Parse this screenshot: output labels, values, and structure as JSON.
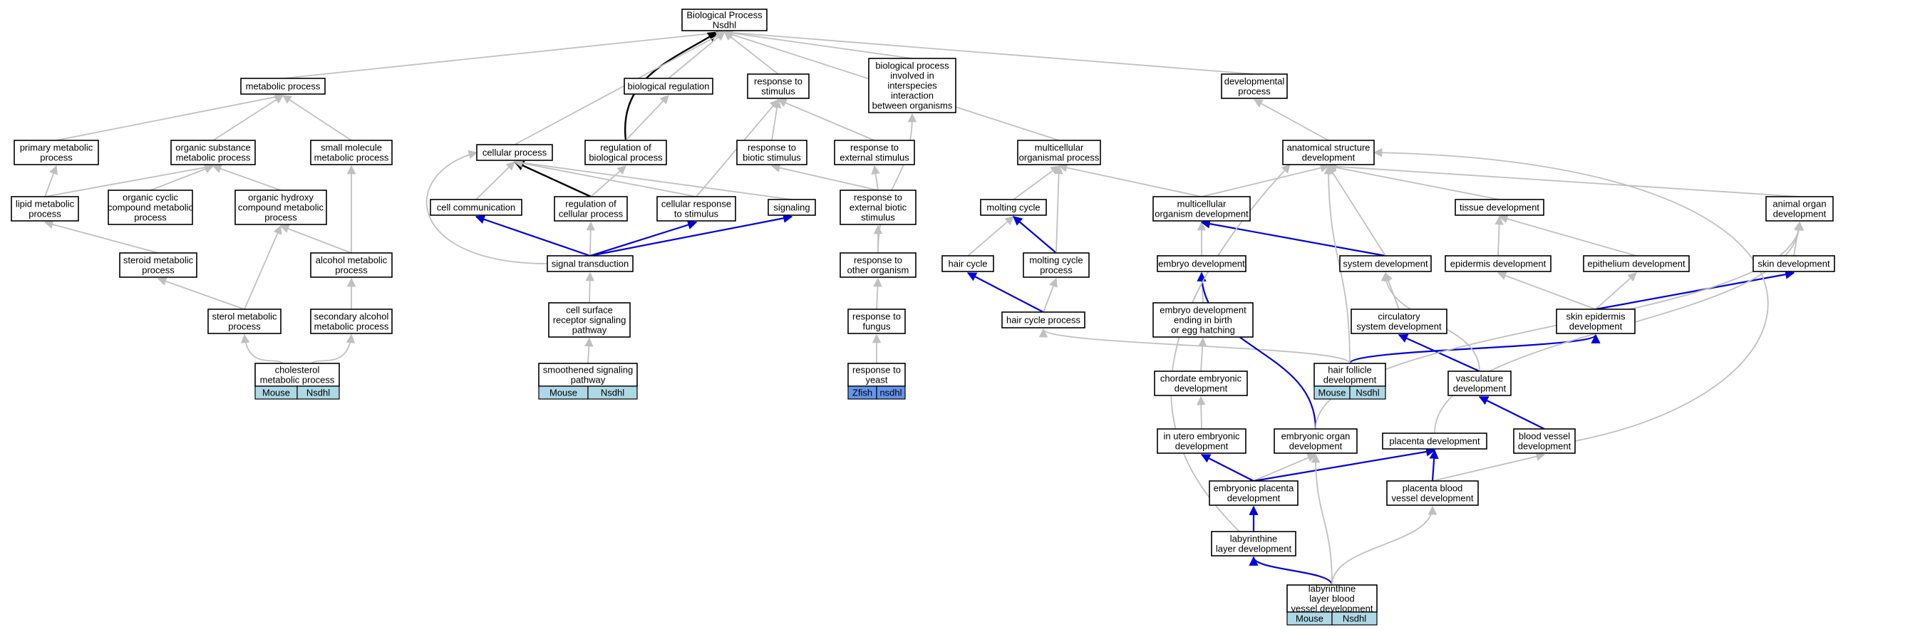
{
  "colors": {
    "gray": "#c0c0c0",
    "black": "#000000",
    "blue": "#0000dd",
    "tag_light": "#add8e6",
    "tag_dark": "#6495ed"
  },
  "nodes": {
    "bp": {
      "lines": [
        "Biological Process",
        "Nsdhl"
      ]
    },
    "metab": {
      "lines": [
        "metabolic process"
      ]
    },
    "bioreg": {
      "lines": [
        "biological regulation"
      ]
    },
    "resp_stim": {
      "lines": [
        "response to",
        "stimulus"
      ]
    },
    "interspecies": {
      "lines": [
        "biological process",
        "involved in",
        "interspecies",
        "interaction",
        "between organisms"
      ]
    },
    "devproc": {
      "lines": [
        "developmental",
        "process"
      ]
    },
    "prim_metab": {
      "lines": [
        "primary metabolic",
        "process"
      ]
    },
    "org_sub": {
      "lines": [
        "organic substance",
        "metabolic process"
      ]
    },
    "small_mol": {
      "lines": [
        "small molecule",
        "metabolic process"
      ]
    },
    "cell_proc": {
      "lines": [
        "cellular process"
      ]
    },
    "reg_bio": {
      "lines": [
        "regulation of",
        "biological process"
      ]
    },
    "resp_biotic": {
      "lines": [
        "response to",
        "biotic stimulus"
      ]
    },
    "resp_ext": {
      "lines": [
        "response to",
        "external stimulus"
      ]
    },
    "multi_org": {
      "lines": [
        "multicellular",
        "organismal process"
      ]
    },
    "anat": {
      "lines": [
        "anatomical structure",
        "development"
      ]
    },
    "lipid": {
      "lines": [
        "lipid metabolic",
        "process"
      ]
    },
    "org_cyc": {
      "lines": [
        "organic cyclic",
        "compound metabolic",
        "process"
      ]
    },
    "org_hydroxy": {
      "lines": [
        "organic hydroxy",
        "compound metabolic",
        "process"
      ]
    },
    "cell_comm": {
      "lines": [
        "cell communication"
      ]
    },
    "reg_cell": {
      "lines": [
        "regulation of",
        "cellular process"
      ]
    },
    "cell_resp": {
      "lines": [
        "cellular response",
        "to stimulus"
      ]
    },
    "signaling": {
      "lines": [
        "signaling"
      ]
    },
    "resp_ext_biotic": {
      "lines": [
        "response to",
        "external biotic",
        "stimulus"
      ]
    },
    "molt_cycle": {
      "lines": [
        "molting cycle"
      ]
    },
    "multi_org_dev": {
      "lines": [
        "multicellular",
        "organism development"
      ]
    },
    "tissue_dev": {
      "lines": [
        "tissue development"
      ]
    },
    "animal_organ": {
      "lines": [
        "animal organ",
        "development"
      ]
    },
    "steroid": {
      "lines": [
        "steroid metabolic",
        "process"
      ]
    },
    "alcohol": {
      "lines": [
        "alcohol metabolic",
        "process"
      ]
    },
    "sig_trans": {
      "lines": [
        "signal transduction"
      ]
    },
    "resp_other": {
      "lines": [
        "response to",
        "other organism"
      ]
    },
    "hair_cycle": {
      "lines": [
        "hair cycle"
      ]
    },
    "molt_cycle_proc": {
      "lines": [
        "molting cycle",
        "process"
      ]
    },
    "embryo_dev": {
      "lines": [
        "embryo development"
      ]
    },
    "sys_dev": {
      "lines": [
        "system development"
      ]
    },
    "epidermis": {
      "lines": [
        "epidermis development"
      ]
    },
    "epithelium": {
      "lines": [
        "epithelium development"
      ]
    },
    "skin_dev": {
      "lines": [
        "skin development"
      ]
    },
    "sterol": {
      "lines": [
        "sterol metabolic",
        "process"
      ]
    },
    "sec_alcohol": {
      "lines": [
        "secondary alcohol",
        "metabolic process"
      ]
    },
    "cell_surface": {
      "lines": [
        "cell surface",
        "receptor signaling",
        "pathway"
      ]
    },
    "resp_fungus": {
      "lines": [
        "response to",
        "fungus"
      ]
    },
    "hair_cycle_proc": {
      "lines": [
        "hair cycle process"
      ]
    },
    "embryo_birth": {
      "lines": [
        "embryo development",
        "ending in birth",
        "or egg hatching"
      ]
    },
    "circ_sys": {
      "lines": [
        "circulatory",
        "system development"
      ]
    },
    "skin_epi": {
      "lines": [
        "skin epidermis",
        "development"
      ]
    },
    "cholesterol": {
      "lines": [
        "cholesterol",
        "metabolic process"
      ],
      "tags": [
        "Mouse",
        "Nsdhl"
      ]
    },
    "smoothened": {
      "lines": [
        "smoothened signaling",
        "pathway"
      ],
      "tags": [
        "Mouse",
        "Nsdhl"
      ]
    },
    "resp_yeast": {
      "lines": [
        "response to",
        "yeast"
      ],
      "tags": [
        "Zfish",
        "nsdhl"
      ]
    },
    "chordate": {
      "lines": [
        "chordate embryonic",
        "development"
      ]
    },
    "hair_follicle": {
      "lines": [
        "hair follicle",
        "development"
      ],
      "tags": [
        "Mouse",
        "Nsdhl"
      ]
    },
    "vasculature": {
      "lines": [
        "vasculature",
        "development"
      ]
    },
    "in_utero": {
      "lines": [
        "in utero embryonic",
        "development"
      ]
    },
    "emb_organ": {
      "lines": [
        "embryonic organ",
        "development"
      ]
    },
    "placenta_dev": {
      "lines": [
        "placenta development"
      ]
    },
    "blood_vessel": {
      "lines": [
        "blood vessel",
        "development"
      ]
    },
    "emb_placenta": {
      "lines": [
        "embryonic placenta",
        "development"
      ]
    },
    "placenta_bv": {
      "lines": [
        "placenta blood",
        "vessel development"
      ]
    },
    "labyrinthine": {
      "lines": [
        "labyrinthine",
        "layer development"
      ]
    },
    "lab_bv": {
      "lines": [
        "labyrinthine",
        "layer blood",
        "vessel development"
      ],
      "tags": [
        "Mouse",
        "Nsdhl"
      ]
    }
  }
}
